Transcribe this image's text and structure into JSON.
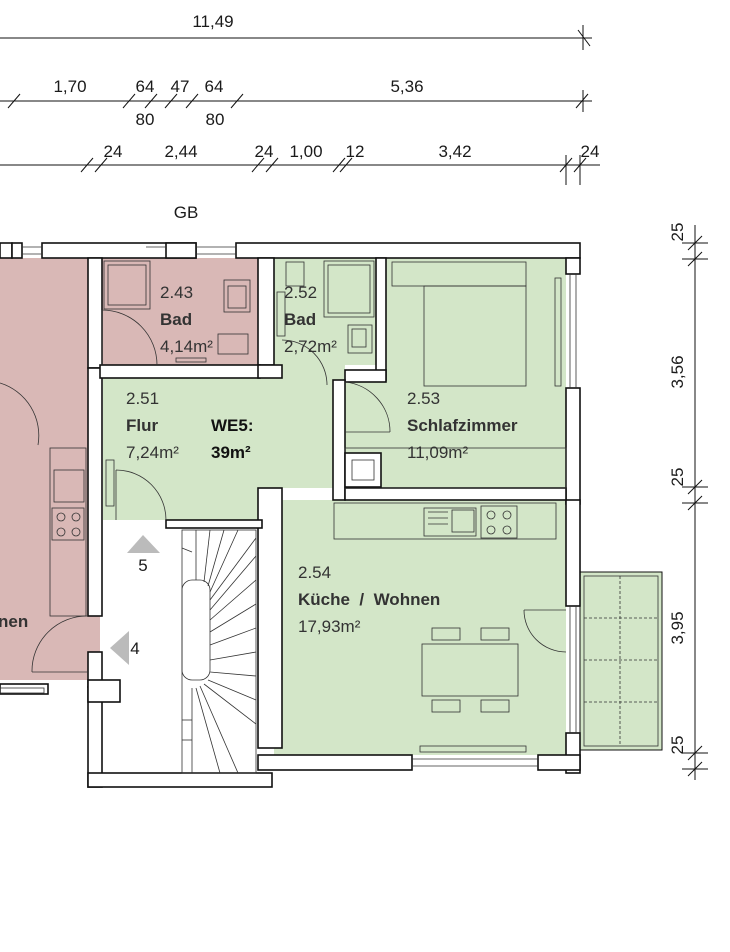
{
  "dimensions": {
    "row1": [
      "11,49"
    ],
    "row2": [
      "1,70",
      "64",
      "47",
      "64",
      "5,36"
    ],
    "row2_lower": [
      "80",
      "80"
    ],
    "row3": [
      "24",
      "2,44",
      "24",
      "1,00",
      "12",
      "3,42",
      "24"
    ],
    "right": [
      "25",
      "3,56",
      "25",
      "3,95",
      "25"
    ]
  },
  "label_gb": "GB",
  "unit_label": "WE5:",
  "unit_area": "39m²",
  "rooms": {
    "bad_243": {
      "number": "2.43",
      "name": "Bad",
      "area": "4,14m²"
    },
    "bad_252": {
      "number": "2.52",
      "name": "Bad",
      "area": "2,72m²"
    },
    "flur": {
      "number": "2.51",
      "name": "Flur",
      "area": "7,24m²"
    },
    "schlafzimmer": {
      "number": "2.53",
      "name": "Schlafzimmer",
      "area": "11,09m²"
    },
    "kueche": {
      "number": "2.54",
      "name": "Küche  /  Wohnen",
      "area": "17,93m²"
    },
    "left_partial": {
      "name": "nen"
    }
  },
  "stair_markers": [
    "5",
    "4"
  ],
  "colors": {
    "green_fill": "#d3e6c8",
    "pink_fill": "#d9b8b6",
    "wall": "#ffffff",
    "stroke": "#111111"
  }
}
